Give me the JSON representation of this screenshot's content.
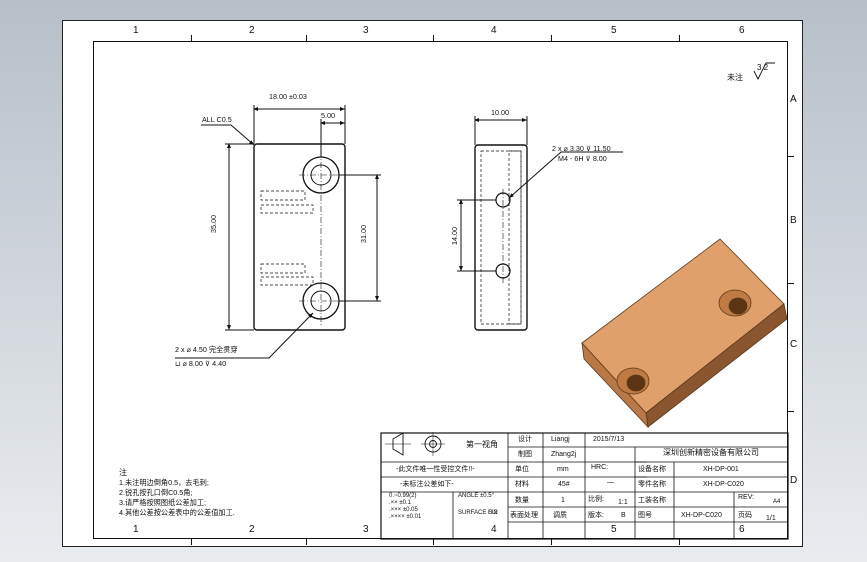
{
  "zone_columns": [
    "1",
    "2",
    "3",
    "4",
    "5",
    "6"
  ],
  "zone_rows": [
    "A",
    "B",
    "C",
    "D"
  ],
  "roughness": {
    "label": "未注",
    "value": "3.2"
  },
  "front_view": {
    "chamfer": "ALL C0.5",
    "width": "18.00 ±0.03",
    "offset": "5.00",
    "height": "35.00",
    "hole_pitch": "31.00",
    "hole_callout_1": "2 x ⌀ 4.50 完全贯穿",
    "hole_callout_2": "⊔ ⌀ 8.00 ⊽ 4.40"
  },
  "side_view": {
    "width": "10.00",
    "spacing": "14.00",
    "hole_callout_1": "2 x ⌀ 3.30 ⊽ 11.50",
    "hole_callout_2": "M4 - 6H ⊽ 8.00"
  },
  "notes": {
    "title": "注",
    "lines": [
      "1.未注明边倒角0.5，去毛刺;",
      "2.锐孔按孔口倒C0.5角;",
      "3.请严格按照图纸公差加工;",
      "4.其他公差按公差表中的公差值加工."
    ]
  },
  "title_block": {
    "projection": "第一视角",
    "design_label": "设计",
    "designer": "Liangj",
    "date": "2015/7/13",
    "drawn_label": "制图",
    "drafter": "Zhang2j",
    "company": "深圳创新精密设备有限公司",
    "confidential": "-此文件唯一性受控文件!!-",
    "tolerance_title": "-未标注公差如下-",
    "tol_row1": "0.~0.99(2)",
    "tol_row2": ".×× ±0.1",
    "tol_row3": ".××× ±0.05",
    "tol_row4": ".×××× ±0.01",
    "angle_tol": "ANGLE ±0.5°",
    "surface_note": "3.2",
    "unit_label": "单位",
    "unit_value": "mm",
    "hrc_label": "HRC:",
    "hrc_value": "—",
    "material_label": "材料",
    "material_value": "45#",
    "qty_label": "数量",
    "qty_value": "1",
    "scale_label": "比例:",
    "scale_value": "1:1",
    "treatment_label": "表面处理",
    "treatment_value": "调质",
    "version_label": "版本:",
    "version_value": "B",
    "device_name_label": "设备名称",
    "device_name_value": "XH-DP-001",
    "part_name_label": "零件名称",
    "part_name_value": "XH-DP-C020",
    "station_label": "工装名称",
    "drawing_no_label": "图号",
    "drawing_no_value": "XH-DP-C020",
    "rev_label": "REV:",
    "size_value": "A4",
    "page_label": "页码",
    "page_value": "1/1",
    "sf_label": "SURFACE FIN"
  },
  "colors": {
    "part": "#d9955f",
    "part_shadow": "#8a5630",
    "background_top": "#b7bfc8"
  }
}
